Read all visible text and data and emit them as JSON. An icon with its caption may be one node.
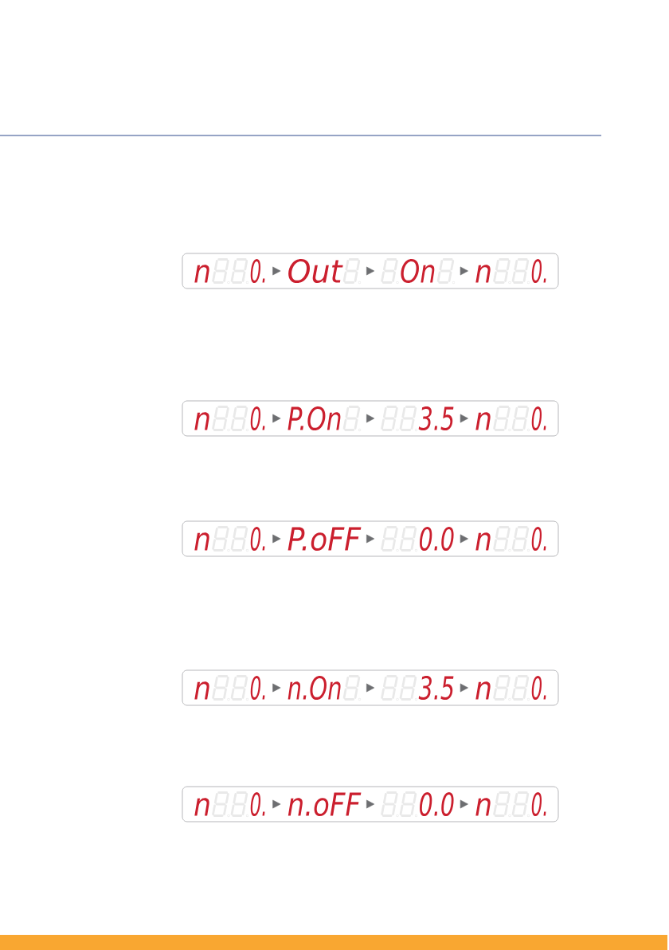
{
  "diagram": {
    "nodes": [
      {
        "text": [],
        "shape": "box"
      },
      {
        "text": [
          "n",
          "0."
        ],
        "in": 0
      },
      {
        "text": [
          "Out"
        ],
        "in": 0
      },
      {
        "text": [
          "On"
        ],
        "in": 0
      },
      {
        "text": [
          "n",
          "0."
        ],
        "in": 0
      },
      {
        "text": [],
        "shape": "box"
      },
      {
        "text": [
          "n",
          "0."
        ],
        "in": 5
      },
      {
        "text": [
          "P.On"
        ],
        "in": 5
      },
      {
        "text": [
          "3.5"
        ],
        "in": 5
      },
      {
        "text": [
          "n",
          "0."
        ],
        "in": 5
      },
      {
        "text": [],
        "shape": "box"
      },
      {
        "text": [
          "n",
          "0."
        ],
        "in": 10
      },
      {
        "text": [
          "P.oFF"
        ],
        "in": 10
      },
      {
        "text": [
          "0.0"
        ],
        "in": 10
      },
      {
        "text": [
          "n",
          "0."
        ],
        "in": 10
      },
      {
        "text": [],
        "shape": "box"
      },
      {
        "text": [
          "n",
          "0."
        ],
        "in": 15
      },
      {
        "text": [
          "n.On"
        ],
        "in": 15
      },
      {
        "text": [
          "3.5"
        ],
        "in": 15
      },
      {
        "text": [
          "n",
          "0."
        ],
        "in": 15
      },
      {
        "text": [],
        "shape": "box"
      },
      {
        "text": [
          "n",
          "0."
        ],
        "in": 20
      },
      {
        "text": [
          "n.oFF"
        ],
        "in": 20
      },
      {
        "text": [
          "0.0"
        ],
        "in": 20
      },
      {
        "text": [
          "n",
          "0."
        ],
        "in": 20
      }
    ],
    "edges": [
      {
        "from": 1,
        "to": 2,
        "arrow": "to"
      },
      {
        "from": 2,
        "to": 3,
        "arrow": "to"
      },
      {
        "from": 3,
        "to": 4,
        "arrow": "to"
      },
      {
        "from": 6,
        "to": 7,
        "arrow": "to"
      },
      {
        "from": 7,
        "to": 8,
        "arrow": "to"
      },
      {
        "from": 8,
        "to": 9,
        "arrow": "to"
      },
      {
        "from": 11,
        "to": 12,
        "arrow": "to"
      },
      {
        "from": 12,
        "to": 13,
        "arrow": "to"
      },
      {
        "from": 13,
        "to": 14,
        "arrow": "to"
      },
      {
        "from": 16,
        "to": 17,
        "arrow": "to"
      },
      {
        "from": 17,
        "to": 18,
        "arrow": "to"
      },
      {
        "from": 18,
        "to": 19,
        "arrow": "to"
      },
      {
        "from": 21,
        "to": 22,
        "arrow": "to"
      },
      {
        "from": 22,
        "to": 23,
        "arrow": "to"
      },
      {
        "from": 23,
        "to": 24,
        "arrow": "to"
      }
    ]
  }
}
